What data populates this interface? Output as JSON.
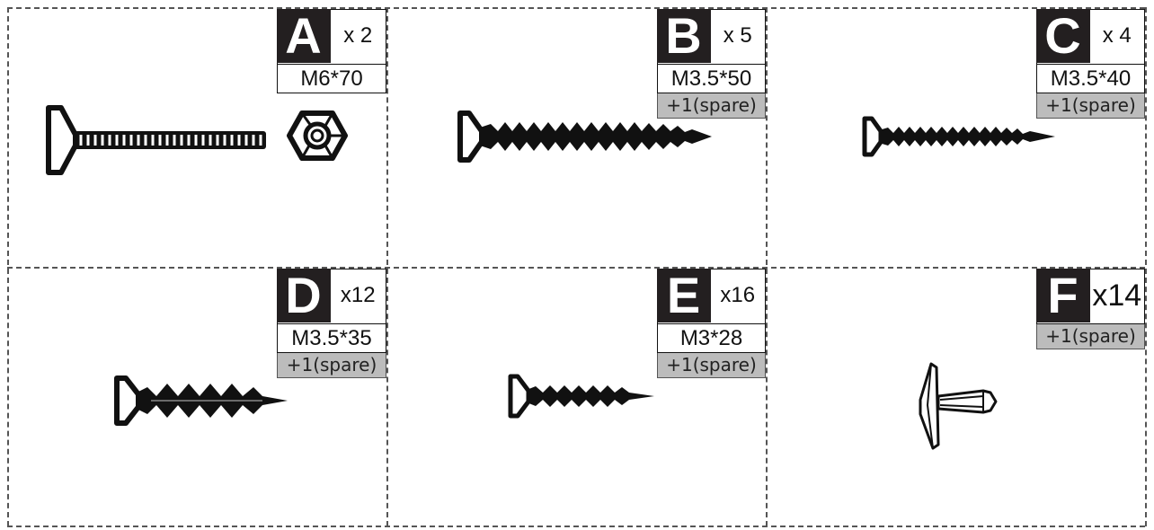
{
  "hardware": [
    {
      "id": "A",
      "letter": "A",
      "quantity": "x 2",
      "size": "M6*70",
      "spare": "",
      "part": "bolt-with-nut"
    },
    {
      "id": "B",
      "letter": "B",
      "quantity": "x 5",
      "size": "M3.5*50",
      "spare": "+1(spare)",
      "part": "wood-screw"
    },
    {
      "id": "C",
      "letter": "C",
      "quantity": "x 4",
      "size": "M3.5*40",
      "spare": "+1(spare)",
      "part": "wood-screw"
    },
    {
      "id": "D",
      "letter": "D",
      "quantity": "x12",
      "size": "M3.5*35",
      "spare": "+1(spare)",
      "part": "wood-screw"
    },
    {
      "id": "E",
      "letter": "E",
      "quantity": "x16",
      "size": "M3*28",
      "spare": "+1(spare)",
      "part": "wood-screw"
    },
    {
      "id": "F",
      "letter": "F",
      "quantity": "x14",
      "size": "",
      "spare": "+1(spare)",
      "part": "plastic-pin"
    }
  ],
  "colors": {
    "badge": "#231f20",
    "spare_bg": "#bcbcbc",
    "outline": "#555555",
    "ink": "#111111"
  }
}
